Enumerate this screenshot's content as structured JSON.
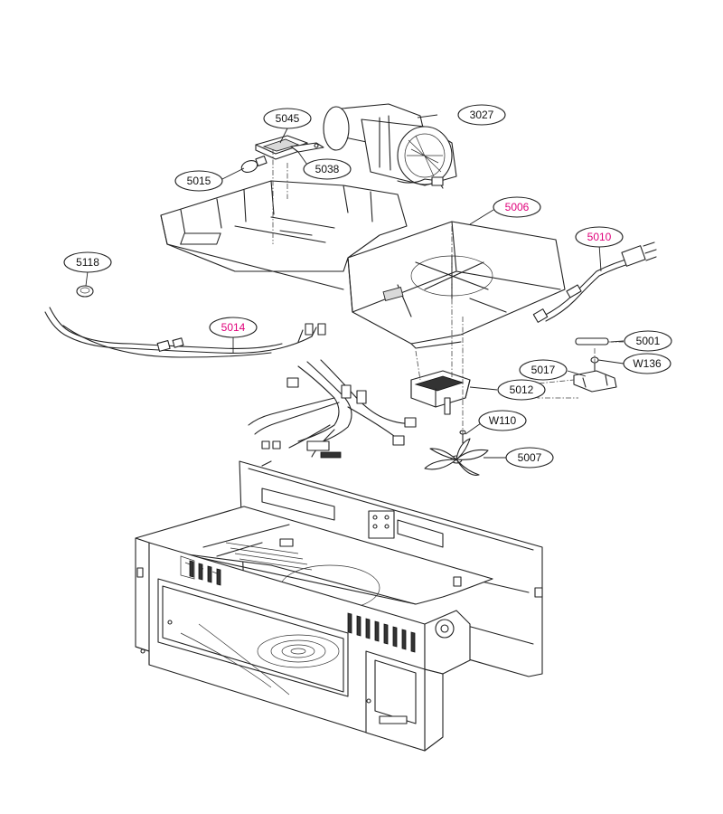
{
  "callouts": [
    {
      "id": "c5045",
      "label": "5045",
      "color": "#111111"
    },
    {
      "id": "c3027",
      "label": "3027",
      "color": "#111111"
    },
    {
      "id": "c5038",
      "label": "5038",
      "color": "#111111"
    },
    {
      "id": "c5015",
      "label": "5015",
      "color": "#111111"
    },
    {
      "id": "c5006",
      "label": "5006",
      "color": "#e0007a"
    },
    {
      "id": "c5010",
      "label": "5010",
      "color": "#e0007a"
    },
    {
      "id": "c5118",
      "label": "5118",
      "color": "#111111"
    },
    {
      "id": "c5014",
      "label": "5014",
      "color": "#e0007a"
    },
    {
      "id": "c5001",
      "label": "5001",
      "color": "#111111"
    },
    {
      "id": "c5017",
      "label": "5017",
      "color": "#111111"
    },
    {
      "id": "cW136",
      "label": "W136",
      "color": "#111111"
    },
    {
      "id": "c5012",
      "label": "5012",
      "color": "#111111"
    },
    {
      "id": "cW110",
      "label": "W110",
      "color": "#111111"
    },
    {
      "id": "c5007",
      "label": "5007",
      "color": "#111111"
    }
  ],
  "colors": {
    "line": "#222222",
    "highlight": "#e0007a"
  }
}
